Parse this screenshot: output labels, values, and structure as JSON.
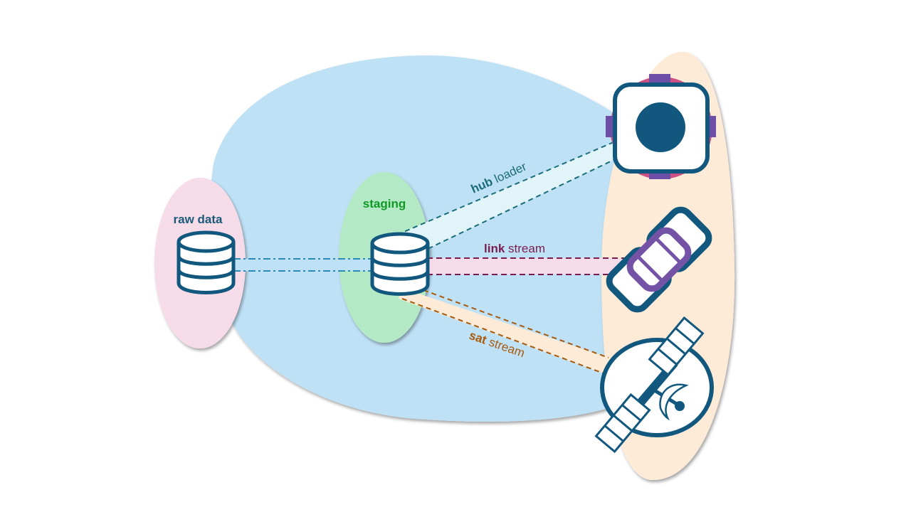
{
  "diagram": {
    "regions": {
      "warehouse": {
        "color": "#bfe1f6"
      },
      "raw": {
        "label": "raw data",
        "color": "#f6dce8",
        "label_color": "#1b5a7a"
      },
      "staging": {
        "label": "staging",
        "color": "#b3e9c5",
        "label_color": "#0e9a25"
      },
      "targets": {
        "color": "#fdebd7"
      }
    },
    "connections": {
      "raw_to_staging": {
        "color": "#2a8ab8",
        "band": "#bfe1f6",
        "style": "dash-dot"
      },
      "hub": {
        "bold": "hub",
        "rest": " loader",
        "color": "#1b6d7a",
        "band": "#e1f4f8",
        "style": "dashed"
      },
      "link": {
        "bold": "link",
        "rest": " stream",
        "color": "#7a1d4e",
        "band": "#f6dce8",
        "style": "dashed"
      },
      "sat": {
        "bold": "sat",
        "rest": " stream",
        "color": "#a85a0c",
        "band": "#fdebd7",
        "style": "dashed"
      }
    },
    "nodes": {
      "raw_db": {
        "icon": "database-icon"
      },
      "staging_db": {
        "icon": "database-icon"
      },
      "hub": {
        "icon": "hub-icon",
        "accent": "#6e4ea6",
        "ring": "#cc4f86"
      },
      "link": {
        "icon": "link-icon",
        "accent": "#7453a6"
      },
      "satellite": {
        "icon": "satellite-icon"
      }
    },
    "icon_color": "#12587e"
  }
}
